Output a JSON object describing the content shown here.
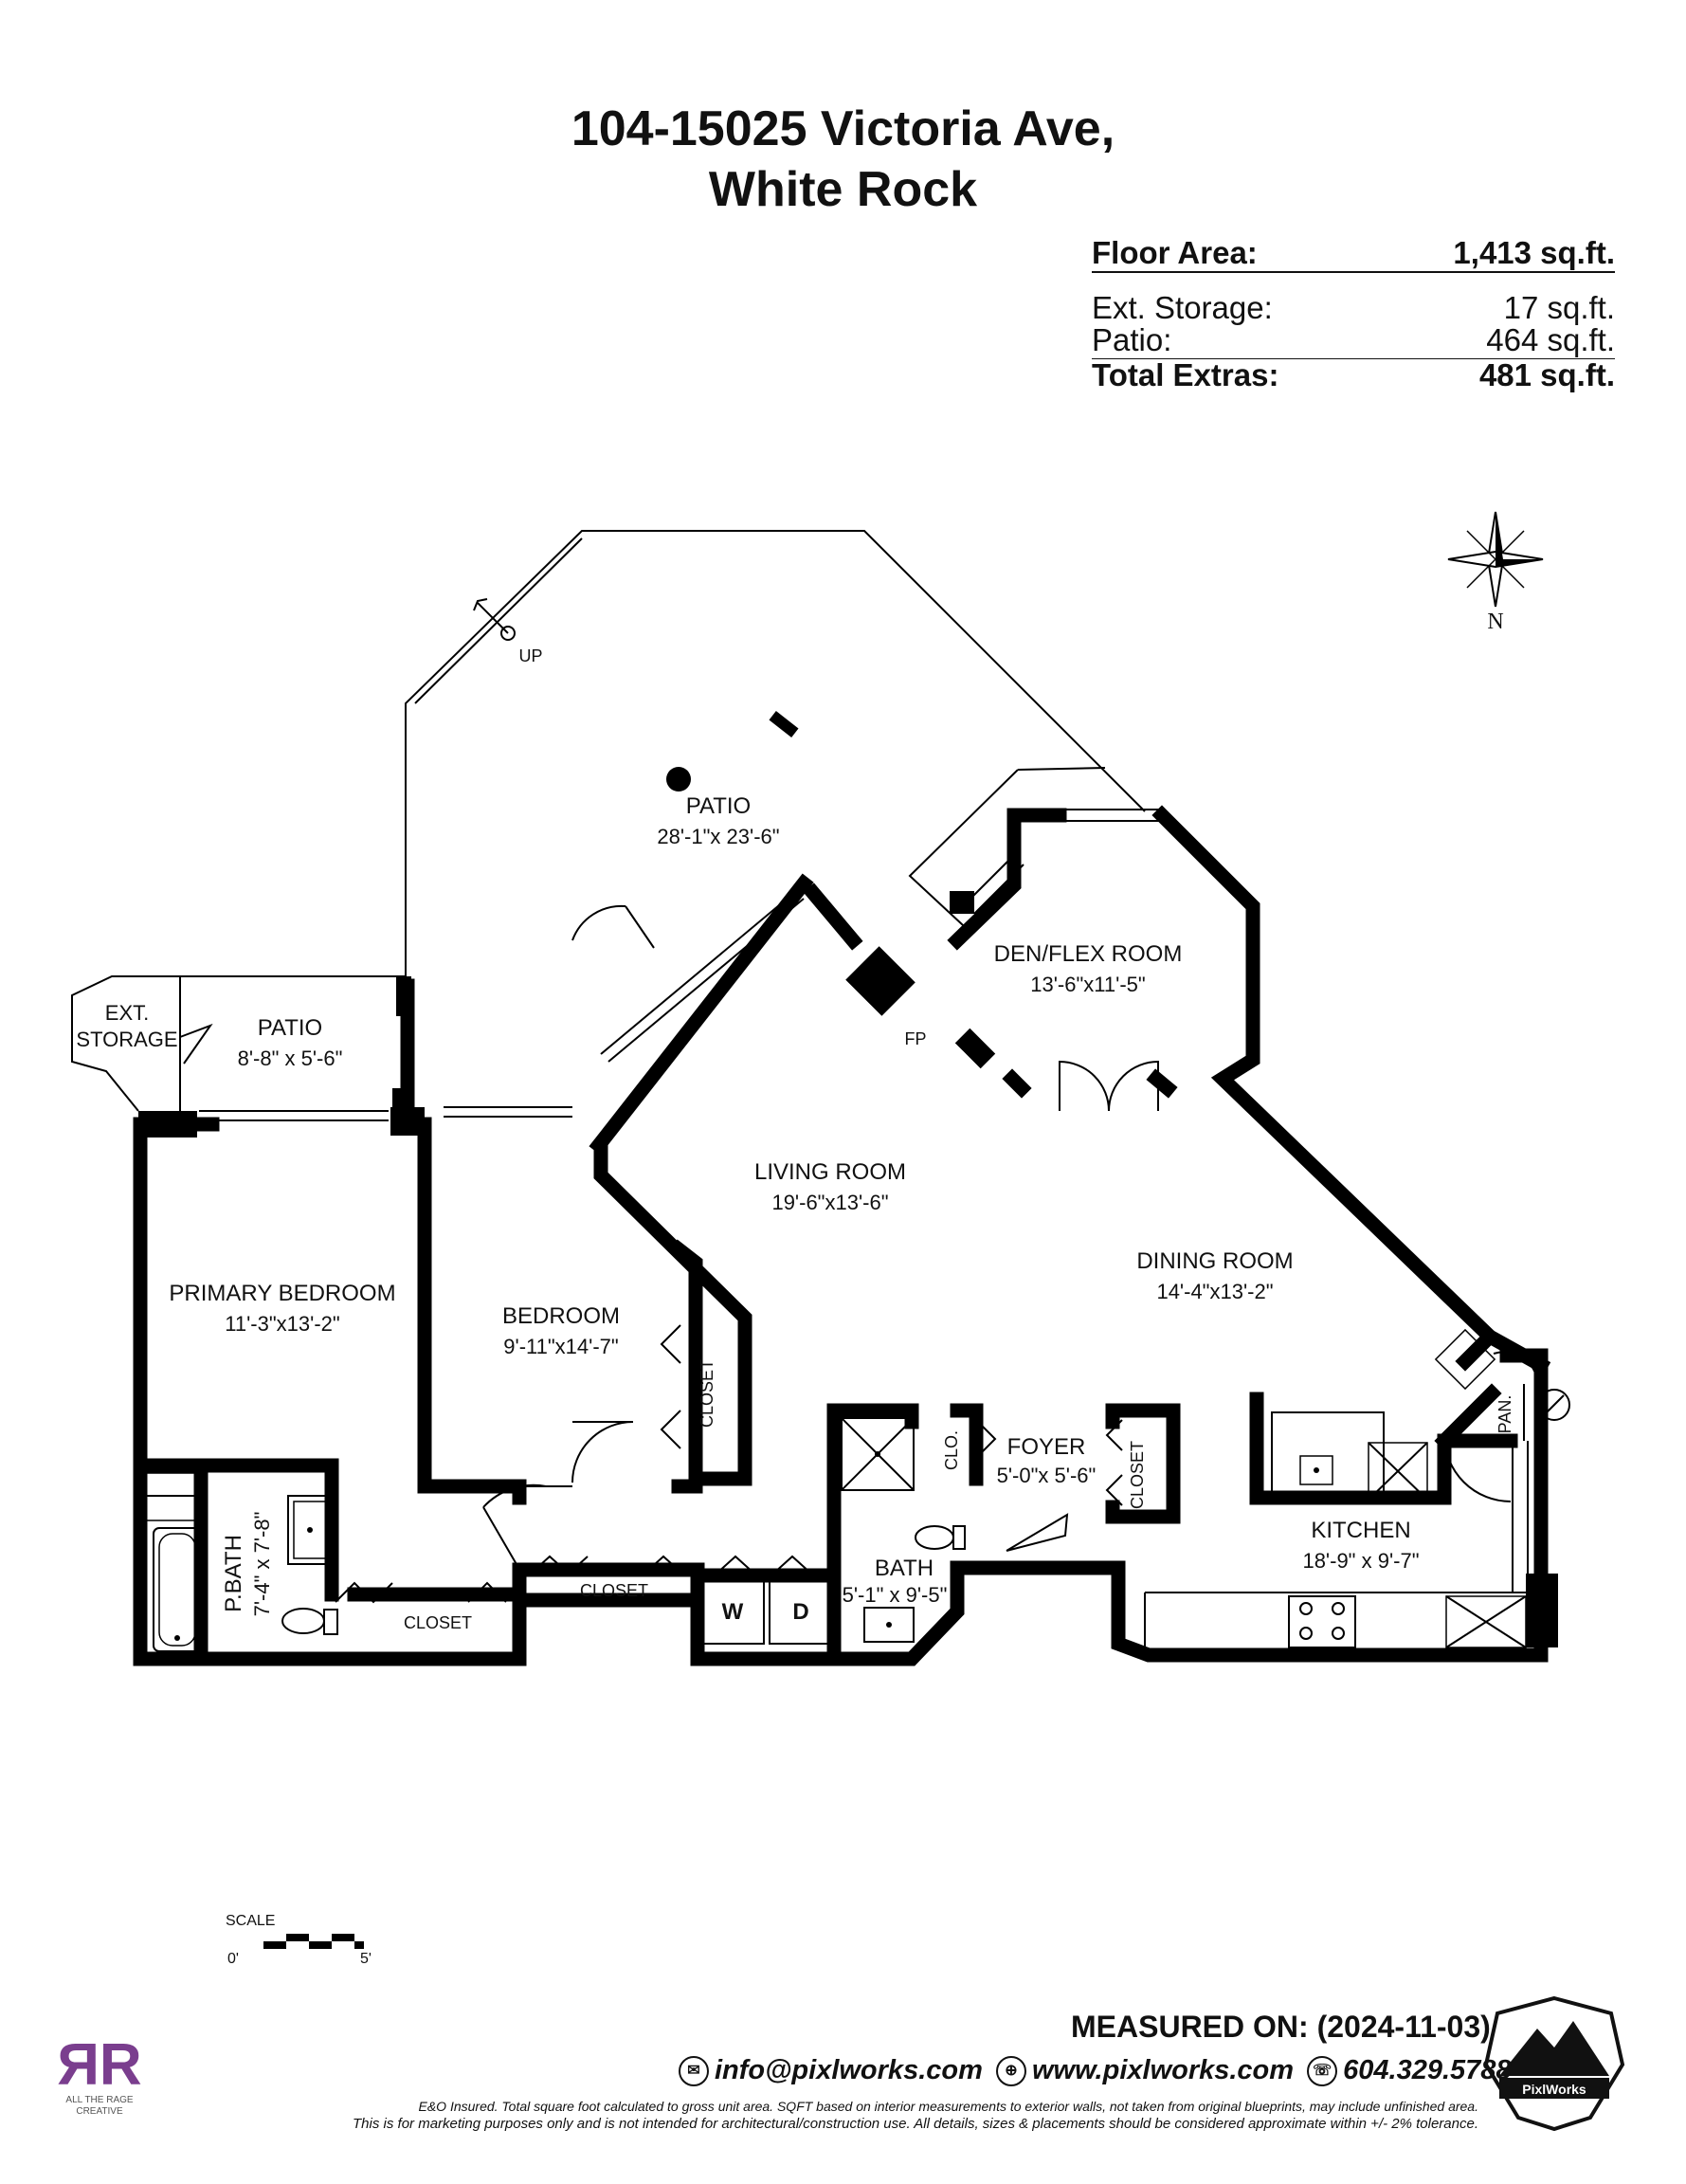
{
  "header": {
    "address_line1": "104-15025 Victoria Ave,",
    "address_line2": "White Rock"
  },
  "area_summary": {
    "floor_area_label": "Floor Area:",
    "floor_area_value": "1,413 sq.ft.",
    "ext_storage_label": "Ext. Storage:",
    "ext_storage_value": "17 sq.ft.",
    "patio_label": "Patio:",
    "patio_value": "464 sq.ft.",
    "total_extras_label": "Total Extras:",
    "total_extras_value": "481 sq.ft."
  },
  "compass": {
    "label": "N"
  },
  "rooms": {
    "patio_main": {
      "name": "PATIO",
      "dims": "28'-1\"x 23'-6\""
    },
    "stair": {
      "label": "UP"
    },
    "den": {
      "name": "DEN/FLEX ROOM",
      "dims": "13'-6\"x11'-5\""
    },
    "fireplace": {
      "label": "FP"
    },
    "ext_storage": {
      "line1": "EXT.",
      "line2": "STORAGE"
    },
    "patio_small": {
      "name": "PATIO",
      "dims": "8'-8\" x 5'-6\""
    },
    "living": {
      "name": "LIVING ROOM",
      "dims": "19'-6\"x13'-6\""
    },
    "dining": {
      "name": "DINING ROOM",
      "dims": "14'-4\"x13'-2\""
    },
    "primary_bedroom": {
      "name": "PRIMARY BEDROOM",
      "dims": "11'-3\"x13'-2\""
    },
    "bedroom": {
      "name": "BEDROOM",
      "dims": "9'-11\"x14'-7\""
    },
    "bedroom_closet": {
      "label": "CLOSET"
    },
    "primary_bath": {
      "name": "P.BATH",
      "dims": "7'-4\" x 7'-8\""
    },
    "primary_closet": {
      "label": "CLOSET"
    },
    "hall_closet": {
      "label": "CLOSET"
    },
    "washer": {
      "label": "W"
    },
    "dryer": {
      "label": "D"
    },
    "clo": {
      "label": "CLO."
    },
    "foyer": {
      "name": "FOYER",
      "dims": "5'-0\"x 5'-6\""
    },
    "foyer_closet": {
      "label": "CLOSET"
    },
    "bath": {
      "name": "BATH",
      "dims": "5'-1\" x 9'-5\""
    },
    "pantry": {
      "label": "PAN."
    },
    "kitchen": {
      "name": "KITCHEN",
      "dims": "18'-9\" x 9'-7\""
    }
  },
  "scale": {
    "label": "SCALE",
    "start": "0'",
    "end": "5'"
  },
  "footer": {
    "measured_on": "MEASURED ON: (2024-11-03)",
    "email": "info@pixlworks.com",
    "website": "www.pixlworks.com",
    "phone": "604.329.5788",
    "disclaimer1": "E&O Insured.  Total square foot calculated to gross unit area. SQFT based on interior measurements to exterior walls, not taken from original blueprints, may include unfinished area.",
    "disclaimer2": "This is for marketing purposes only and is not intended for architectural/construction use.  All details, sizes & placements should be considered approximate within +/- 2%  tolerance.",
    "atr_logo_name": "ALL THE RAGE CREATIVE",
    "badge_name": "PixlWorks"
  }
}
